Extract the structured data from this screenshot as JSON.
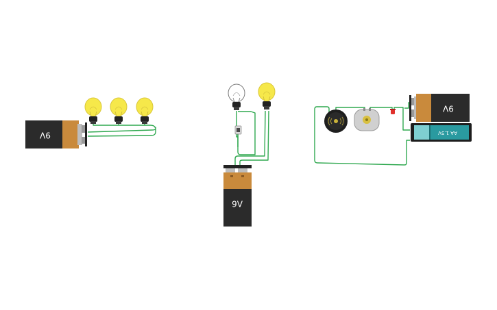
{
  "circuits": [
    {
      "battery": {
        "label": "9V"
      },
      "bulbs": [
        "lit",
        "lit",
        "lit"
      ]
    },
    {
      "battery": {
        "label": "9V"
      },
      "bulbs": [
        "off",
        "lit"
      ],
      "switch": "pushbutton"
    },
    {
      "battery": {
        "label": "9V"
      },
      "aa_battery": {
        "label": "AA 1.5V"
      },
      "components": [
        "buzzer",
        "dc-motor",
        "red-led"
      ]
    }
  ],
  "colors": {
    "wire": "#2fa84f",
    "battery_body": "#2b2b2b",
    "battery_cap": "#c98a3c",
    "bulb_lit": "#f6e84a",
    "bulb_off": "#ffffff",
    "aa_body": "#2a9aa0",
    "led": "#e0302b"
  }
}
